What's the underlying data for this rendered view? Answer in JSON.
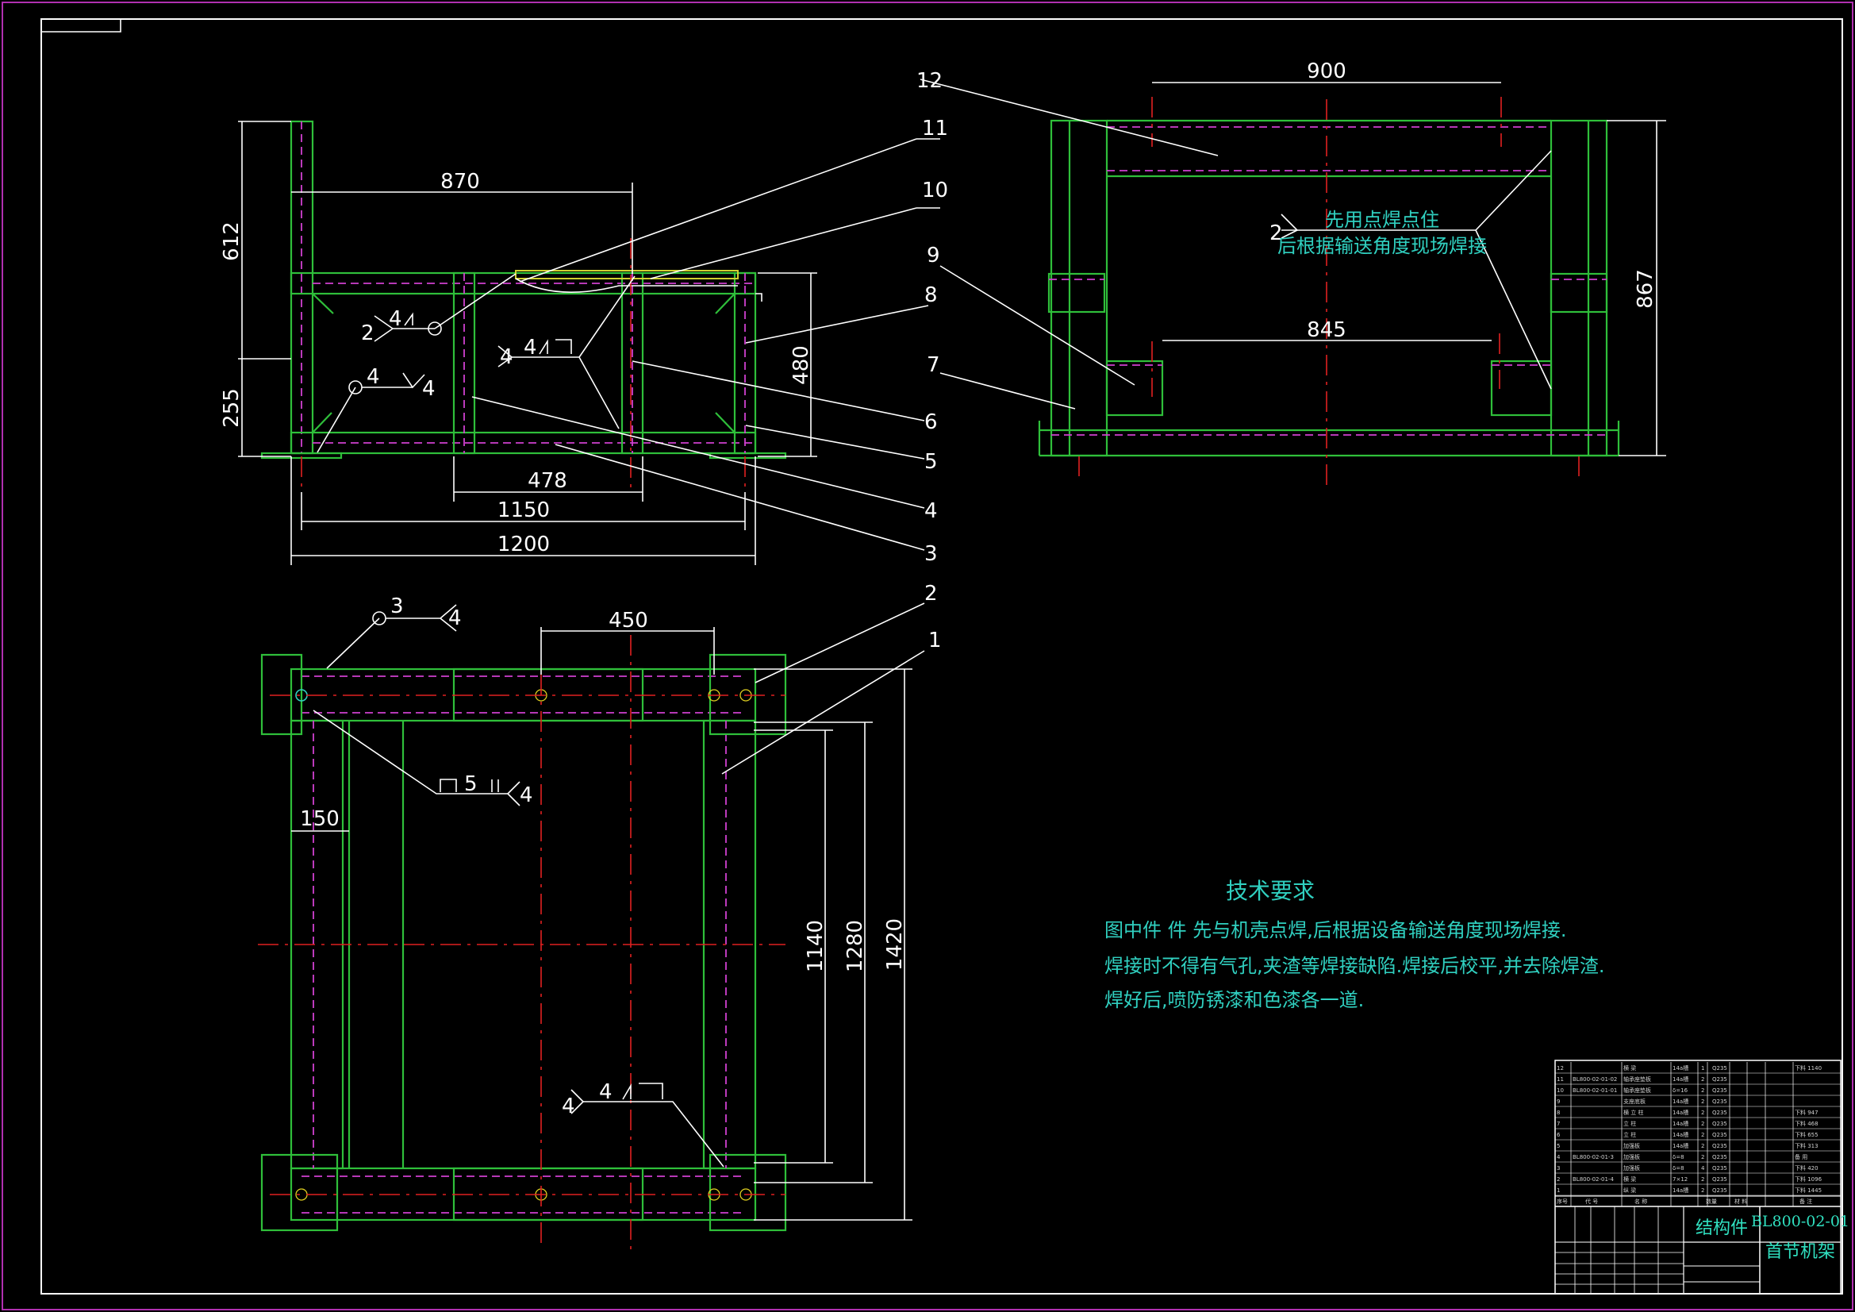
{
  "dimensions": {
    "d612": "612",
    "d255": "255",
    "d870": "870",
    "d480": "480",
    "d478": "478",
    "d1150": "1150",
    "d1200": "1200",
    "d900": "900",
    "d845": "845",
    "d867": "867",
    "d450": "450",
    "d150": "150",
    "d1140": "1140",
    "d1280": "1280",
    "d1420": "1420"
  },
  "balloons": [
    "1",
    "2",
    "3",
    "4",
    "5",
    "6",
    "7",
    "8",
    "9",
    "10",
    "11",
    "12"
  ],
  "weld_notes": {
    "side_a_ref": "2",
    "side_a_size": "4",
    "side_b_size1": "4",
    "side_b_size2": "4",
    "side_c_size1": "4",
    "side_c_size2": "4",
    "right_ref": "2",
    "right_note_line1": "先用点焊点住",
    "right_note_line2": "后根据输送角度现场焊接",
    "top_ref": "3",
    "top_size": "4",
    "mid_size1": "5",
    "mid_size2": "4",
    "bot_size1": "4",
    "bot_size2": "4"
  },
  "tech_req": {
    "title": "技术要求",
    "line1": "图中件  件  先与机壳点焊,后根据设备输送角度现场焊接.",
    "line2": "焊接时不得有气孔,夹渣等焊接缺陷.焊接后校平,并去除焊渣.",
    "line3": "焊好后,喷防锈漆和色漆各一道."
  },
  "title_block": {
    "part_type": "结构件",
    "drawing_no": "BL800-02-01",
    "part_name": "首节机架",
    "bom_rows": [
      {
        "no": "12",
        "code": "",
        "name": "横  梁",
        "spec": "14a槽",
        "qty": "1",
        "mat": "Q235",
        "note": "下料 1140"
      },
      {
        "no": "11",
        "code": "BL800-02-01-02",
        "name": "轴承座垫板",
        "spec": "14a槽",
        "qty": "2",
        "mat": "Q235",
        "note": ""
      },
      {
        "no": "10",
        "code": "BL800-02-01-01",
        "name": "轴承座垫板",
        "spec": "δ=16",
        "qty": "2",
        "mat": "Q235",
        "note": ""
      },
      {
        "no": "9",
        "code": "",
        "name": "支座底板",
        "spec": "14a槽",
        "qty": "2",
        "mat": "Q235",
        "note": ""
      },
      {
        "no": "8",
        "code": "",
        "name": "横  立  柱",
        "spec": "14a槽",
        "qty": "2",
        "mat": "Q235",
        "note": "下料 947"
      },
      {
        "no": "7",
        "code": "",
        "name": "立  柱",
        "spec": "14a槽",
        "qty": "2",
        "mat": "Q235",
        "note": "下料 468"
      },
      {
        "no": "6",
        "code": "",
        "name": "立  柱",
        "spec": "14a槽",
        "qty": "2",
        "mat": "Q235",
        "note": "下料 655"
      },
      {
        "no": "5",
        "code": "",
        "name": "加强板",
        "spec": "14a槽",
        "qty": "2",
        "mat": "Q235",
        "note": "下料 313"
      },
      {
        "no": "4",
        "code": "BL800-02-01-3",
        "name": "加强板",
        "spec": "δ=8",
        "qty": "2",
        "mat": "Q235",
        "note": "备  用"
      },
      {
        "no": "3",
        "code": "",
        "name": "加强板",
        "spec": "δ=8",
        "qty": "4",
        "mat": "Q235",
        "note": "下料 420"
      },
      {
        "no": "2",
        "code": "BL800-02-01-4",
        "name": "横  梁",
        "spec": "7×12",
        "qty": "2",
        "mat": "Q235",
        "note": "下料 1096"
      },
      {
        "no": "1",
        "code": "",
        "name": "纵  梁",
        "spec": "14a槽",
        "qty": "2",
        "mat": "Q235",
        "note": "下料 1445"
      }
    ],
    "bom_header": {
      "no": "序号",
      "code": "代  号",
      "name": "名  称",
      "qty": "数量",
      "mat": "材  料",
      "note": "备  注"
    }
  }
}
